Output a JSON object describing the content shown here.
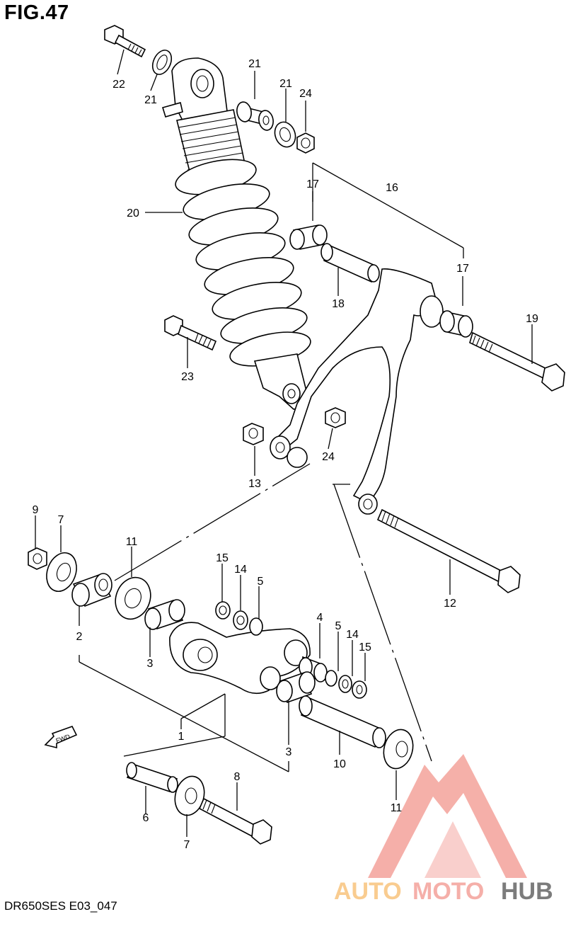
{
  "figure": {
    "title": "FIG.47",
    "code": "DR650SES E03_047"
  },
  "fwd_label": "FWD",
  "watermark": {
    "part1": "AUTO",
    "part2": "MOTO",
    "part3": "HUB",
    "color_light": "#f9c784",
    "color_pink": "#f4a7a0",
    "color_dark": "#6e6e6e"
  },
  "labels": {
    "l22": "22",
    "l21a": "21",
    "l21b": "21",
    "l21c": "21",
    "l24a": "24",
    "l16": "16",
    "l17a": "17",
    "l17b": "17",
    "l18": "18",
    "l19": "19",
    "l20": "20",
    "l23": "23",
    "l13": "13",
    "l24b": "24",
    "l12": "12",
    "l9": "9",
    "l7a": "7",
    "l11a": "11",
    "l15a": "15",
    "l14a": "14",
    "l5a": "5",
    "l2": "2",
    "l3a": "3",
    "l4": "4",
    "l5b": "5",
    "l14b": "14",
    "l15b": "15",
    "l1": "1",
    "l3b": "3",
    "l10": "10",
    "l8": "8",
    "l6": "6",
    "l7b": "7",
    "l11b": "11"
  }
}
